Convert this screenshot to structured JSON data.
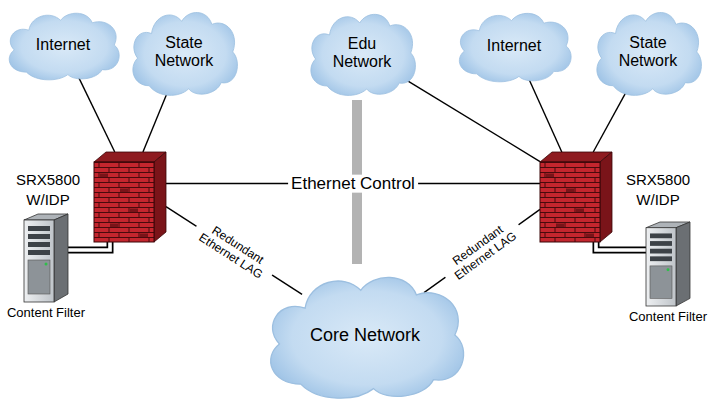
{
  "diagram": {
    "nodes": [
      {
        "text": [
          "Internet"
        ]
      },
      {
        "text": [
          "State Network"
        ]
      },
      {
        "text": [
          "Edu Network"
        ]
      },
      {
        "text": [
          "Internet"
        ]
      },
      {
        "text": [
          "State Network"
        ]
      },
      {
        "text": [
          "SRX5800 W/IDP"
        ]
      },
      {
        "text": [
          "SRX5800 W/IDP"
        ]
      },
      {
        "text": [
          "Content Filter"
        ]
      },
      {
        "text": [
          "Core Network"
        ]
      },
      {
        "text": [
          "Content Filter"
        ]
      }
    ],
    "edges": [
      {
        "from": 0,
        "to": 5,
        "arrow": "none"
      },
      {
        "from": 1,
        "to": 5,
        "arrow": "none"
      },
      {
        "from": 2,
        "to": 6,
        "arrow": "none"
      },
      {
        "from": 3,
        "to": 6,
        "arrow": "none"
      },
      {
        "from": 4,
        "to": 6,
        "arrow": "none"
      },
      {
        "from": 5,
        "to": 6,
        "label": "Ethernet Control",
        "arrow": "none"
      },
      {
        "from": 5,
        "to": 7,
        "arrow": "none"
      },
      {
        "from": 5,
        "to": 8,
        "label": "Redundant Ethernet LAG",
        "arrow": "none"
      },
      {
        "from": 6,
        "to": 8,
        "label": "Redundant Ethernet LAG",
        "arrow": "none"
      },
      {
        "from": 6,
        "to": 9,
        "arrow": "none"
      }
    ]
  }
}
